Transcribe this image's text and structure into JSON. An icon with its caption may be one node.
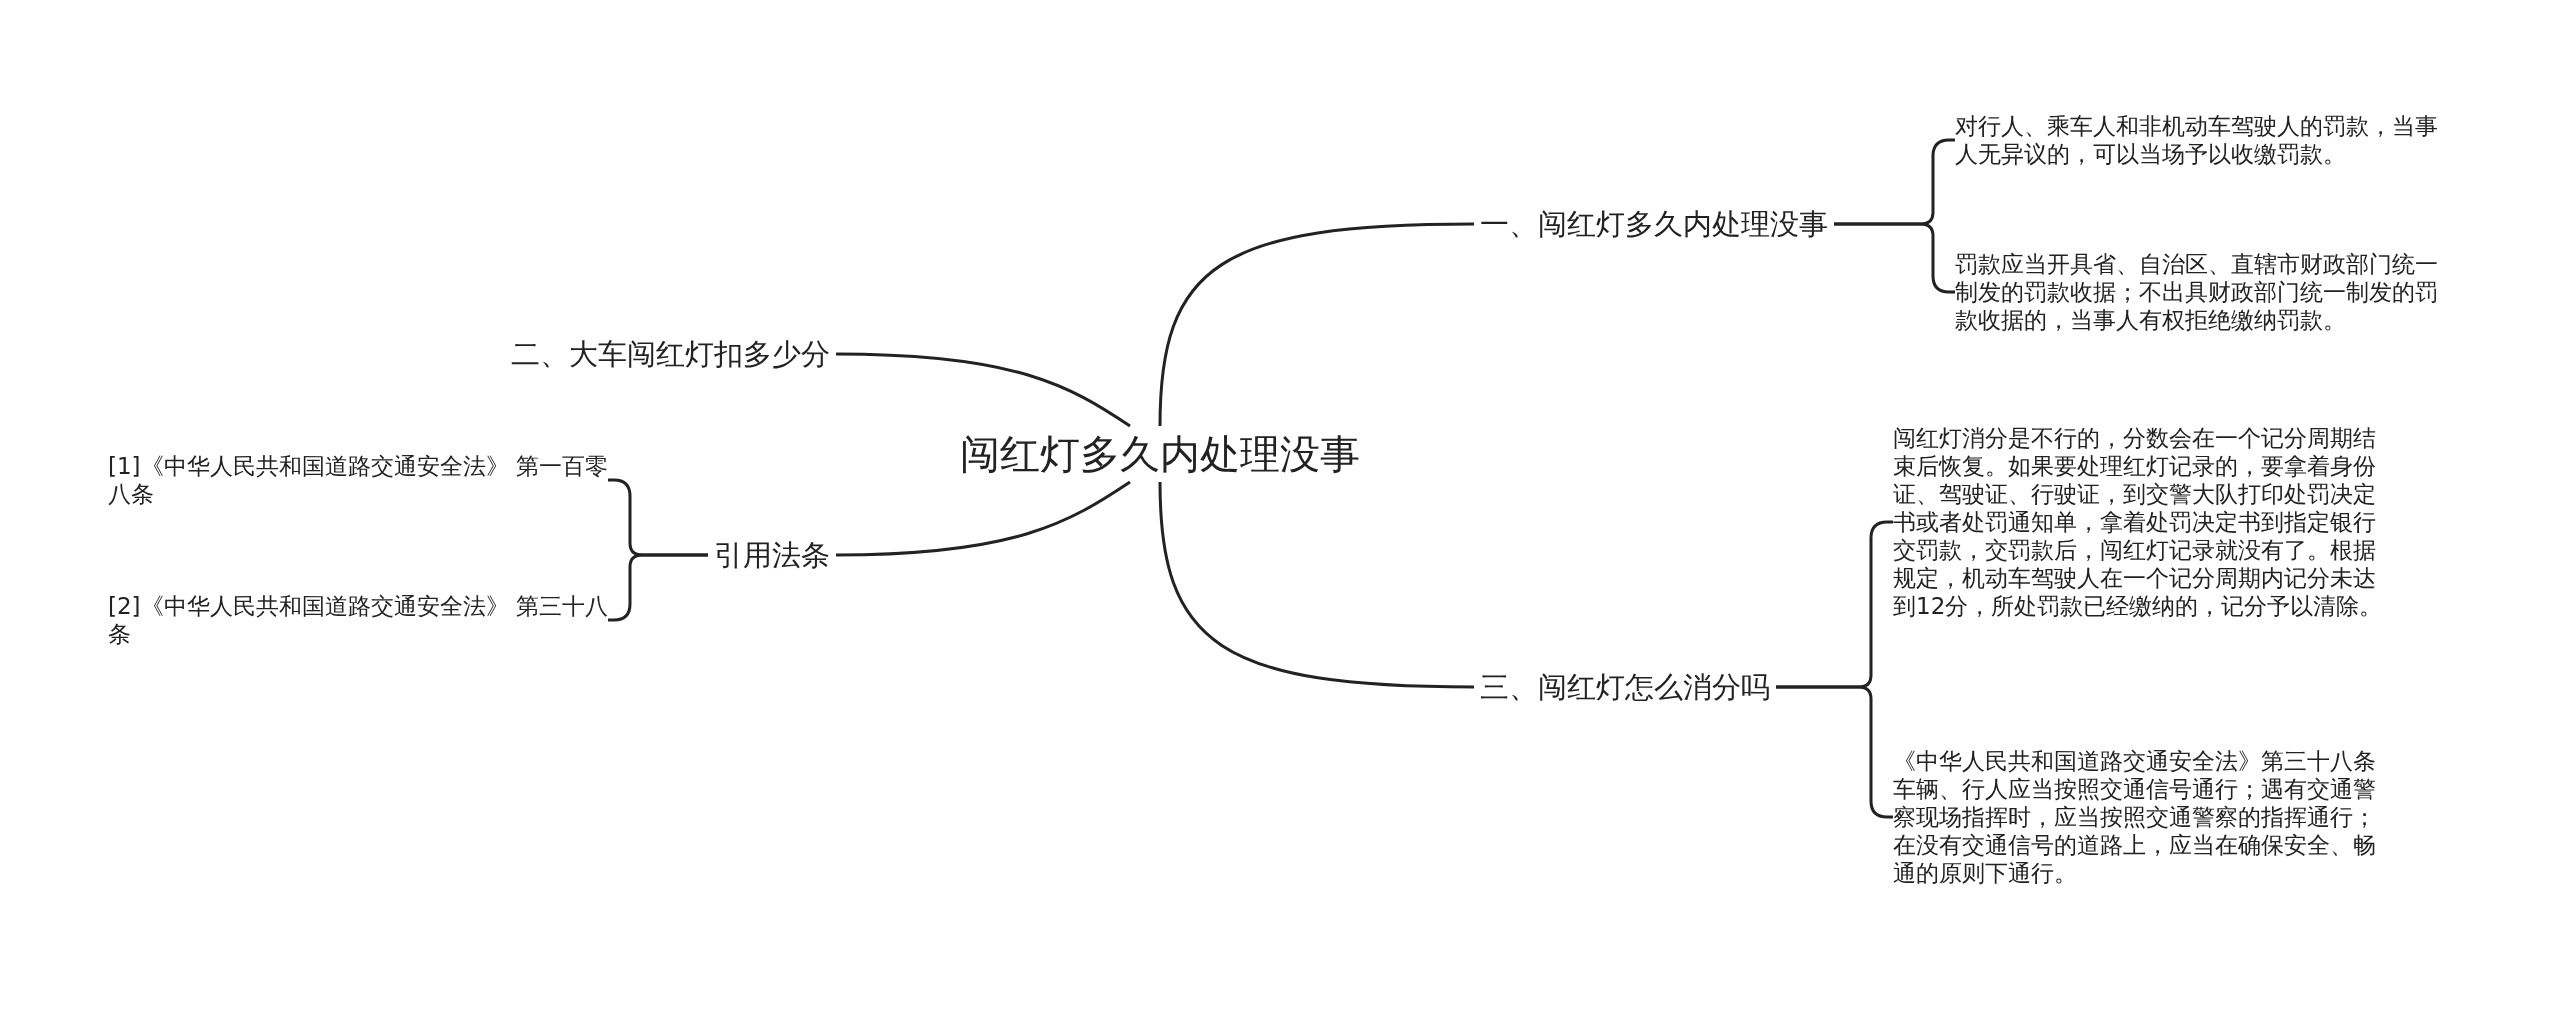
{
  "diagram": {
    "nodes": [
      {
        "text": [
          "闯红灯多久内处理没事"
        ]
      },
      {
        "text": [
          "一、闯红灯多久内处理没事"
        ]
      },
      {
        "text": [
          "对行人、乘车人和非机动车驾驶人的罚款，当事人无异议的，可以当场予以收缴罚款。"
        ]
      },
      {
        "text": [
          "罚款应当开具省、自治区、直辖市财政部门统一制发的罚款收据；不出具财政部门统一制发的罚款收据的，当事人有权拒绝缴纳罚款。"
        ]
      },
      {
        "text": [
          "二、大车闯红灯扣多少分"
        ]
      },
      {
        "text": [
          "引用法条"
        ]
      },
      {
        "text": [
          "[1]《中华人民共和国道路交通安全法》 第一百零八条"
        ]
      },
      {
        "text": [
          "[2]《中华人民共和国道路交通安全法》 第三十八条"
        ]
      },
      {
        "text": [
          "三、闯红灯怎么消分吗"
        ]
      },
      {
        "text": [
          "闯红灯消分是不行的，分数会在一个记分周期结束后恢复。如果要处理红灯记录的，要拿着身份证、驾驶证、行驶证，到交警大队打印处罚决定书或者处罚通知单，拿着处罚决定书到指定银行交罚款，交罚款后，闯红灯记录就没有了。根据规定，机动车驾驶人在一个记分周期内记分未达到12分，所处罚款已经缴纳的，记分予以清除。"
        ]
      },
      {
        "text": [
          "《中华人民共和国道路交通安全法》第三十八条车辆、行人应当按照交通信号通行；遇有交通警察现场指挥时，应当按照交通警察的指挥通行；在没有交通信号的道路上，应当在确保安全、畅通的原则下通行。"
        ]
      }
    ],
    "edges": [
      {
        "from": 0,
        "to": 1,
        "arrow": "none"
      },
      {
        "from": 1,
        "to": 2,
        "arrow": "none"
      },
      {
        "from": 1,
        "to": 3,
        "arrow": "none"
      },
      {
        "from": 0,
        "to": 4,
        "arrow": "none"
      },
      {
        "from": 0,
        "to": 5,
        "arrow": "none"
      },
      {
        "from": 5,
        "to": 6,
        "arrow": "none"
      },
      {
        "from": 5,
        "to": 7,
        "arrow": "none"
      },
      {
        "from": 0,
        "to": 8,
        "arrow": "none"
      },
      {
        "from": 8,
        "to": 9,
        "arrow": "none"
      },
      {
        "from": 8,
        "to": 10,
        "arrow": "none"
      }
    ]
  }
}
